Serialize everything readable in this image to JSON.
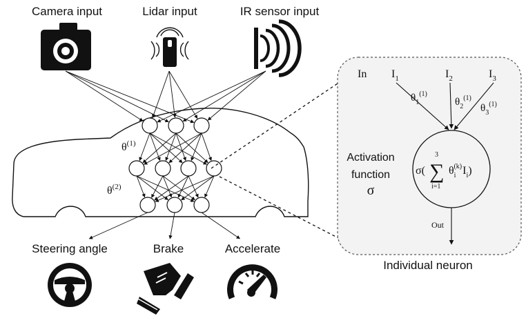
{
  "inputs": {
    "camera": "Camera input",
    "lidar": "Lidar input",
    "ir": "IR sensor input"
  },
  "outputs": {
    "steering": "Steering angle",
    "brake": "Brake",
    "accelerate": "Accelerate"
  },
  "weights": {
    "theta1": "θ",
    "theta1_sup": "(1)",
    "theta2": "θ",
    "theta2_sup": "(2)"
  },
  "neuron": {
    "caption": "Individual neuron",
    "in_label": "In",
    "inputs": [
      {
        "name": "I",
        "sub": "1",
        "w": "θ",
        "w_sub": "1",
        "w_sup": "(1)"
      },
      {
        "name": "I",
        "sub": "2",
        "w": "θ",
        "w_sub": "2",
        "w_sup": "(1)"
      },
      {
        "name": "I",
        "sub": "3",
        "w": "θ",
        "w_sub": "3",
        "w_sup": "(1)"
      }
    ],
    "activation_line1": "Activation",
    "activation_line2": "function",
    "sigma": "σ",
    "formula": {
      "prefix": "σ(",
      "sum_upper": "3",
      "sum_lower": "i=1",
      "theta": "θ",
      "theta_sub": "i",
      "theta_sup": "(k)",
      "input": "I",
      "input_sub": "i",
      "suffix": ")"
    },
    "out_label": "Out"
  },
  "network": {
    "layers": [
      3,
      4,
      3
    ]
  }
}
